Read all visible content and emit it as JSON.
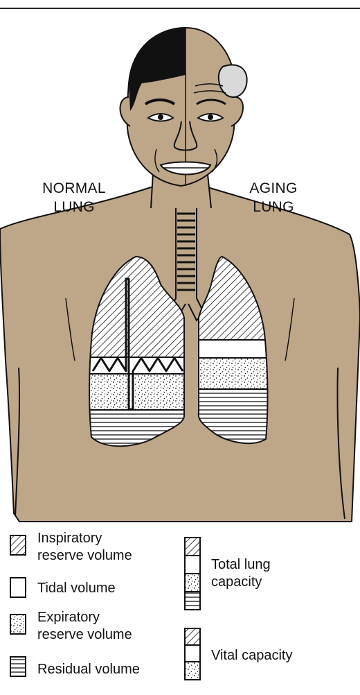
{
  "labels": {
    "normal_lung": [
      "NORMAL",
      "LUNG"
    ],
    "aging_lung": [
      "AGING",
      "LUNG"
    ]
  },
  "legend": {
    "inspiratory_reserve": [
      "Inspiratory",
      "reserve volume"
    ],
    "tidal": "Tidal volume",
    "expiratory_reserve": [
      "Expiratory",
      "reserve volume"
    ],
    "residual": "Residual volume",
    "total_lung_capacity": [
      "Total lung",
      "capacity"
    ],
    "vital_capacity": "Vital capacity"
  },
  "colors": {
    "skin": "#bea689",
    "hair": "#111111",
    "gray_hair": "#d9d9d9",
    "line": "#111111",
    "lung_fill": "#ffffff"
  }
}
